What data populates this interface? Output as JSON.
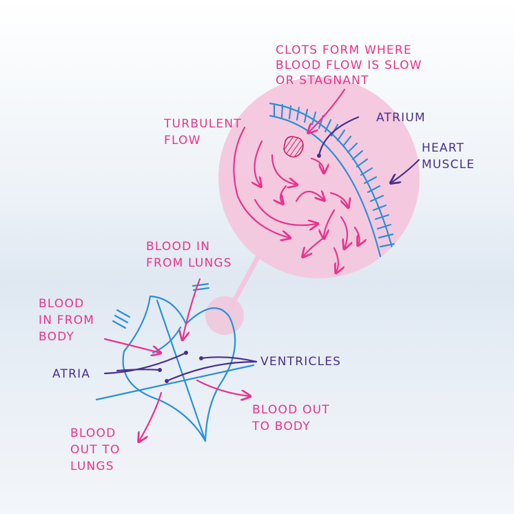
{
  "colors": {
    "annotation_pink": "#e8338a",
    "label_purple": "#4a2f8c",
    "heart_blue": "#2a8fd6",
    "zoom_bubble": "#f4c6dd"
  },
  "zoom": {
    "clots_label": [
      "CLOTS FORM WHERE",
      "BLOOD FLOW IS SLOW",
      "OR STAGNANT"
    ],
    "turbulent_label": [
      "TURBULENT",
      "FLOW"
    ],
    "atrium_label": "ATRIUM",
    "heart_muscle_label": [
      "HEART",
      "MUSCLE"
    ]
  },
  "heart": {
    "blood_in_lungs_label": [
      "BLOOD IN",
      "FROM LUNGS"
    ],
    "blood_in_body_label": [
      "BLOOD",
      "IN FROM",
      "BODY"
    ],
    "atria_label": "ATRIA",
    "ventricles_label": "VENTRICLES",
    "blood_out_body_label": [
      "BLOOD OUT",
      "TO BODY"
    ],
    "blood_out_lungs_label": [
      "BLOOD",
      "OUT TO",
      "LUNGS"
    ]
  }
}
